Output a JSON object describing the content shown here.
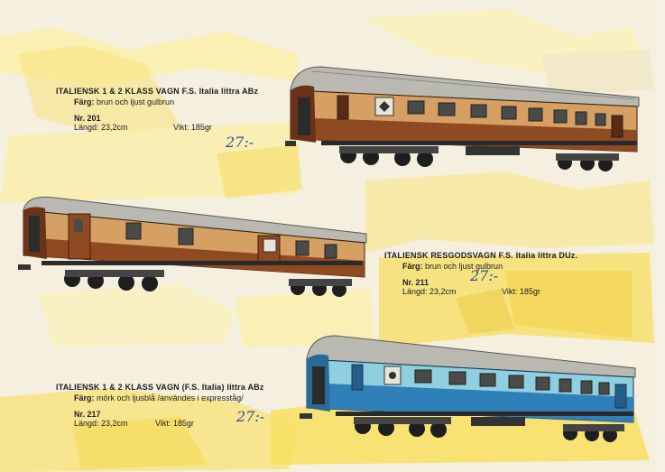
{
  "items": [
    {
      "title": "ITALIENSK 1 & 2 KLASS VAGN F.S. Italia littra ABz",
      "color_label": "Färg:",
      "color_value": "brun och ljust gulbrun",
      "number": "Nr. 201",
      "length": "Längd: 23,2cm",
      "weight": "Vikt:  185gr",
      "price": "27:-"
    },
    {
      "title": "ITALIENSK RESGODSVAGN F.S. Italia littra DUz.",
      "color_label": "Färg:",
      "color_value": "brun och ljust gulbrun",
      "number": "Nr. 211",
      "length": "Längd: 23,2cm",
      "weight": "Vikt:  185gr",
      "price": "27:-"
    },
    {
      "title": "ITALIENSK 1 & 2 KLASS VAGN (F.S. Italia) littra ABz",
      "color_label": "Färg:",
      "color_value": "mörk och ljusblå /användes i expresståg/",
      "number": "Nr. 217",
      "length": "Längd: 23,2cm",
      "weight": "Vikt:  185gr",
      "price": "27:-"
    }
  ],
  "colors": {
    "background_yellow": "#f7e46a",
    "brown": "#8f4a22",
    "tan": "#d49a5a",
    "dark_blue": "#2f7fb8",
    "light_blue": "#8fcfe0",
    "roof_grey": "#b7b7b0",
    "price_ink": "#2d4f9a"
  }
}
